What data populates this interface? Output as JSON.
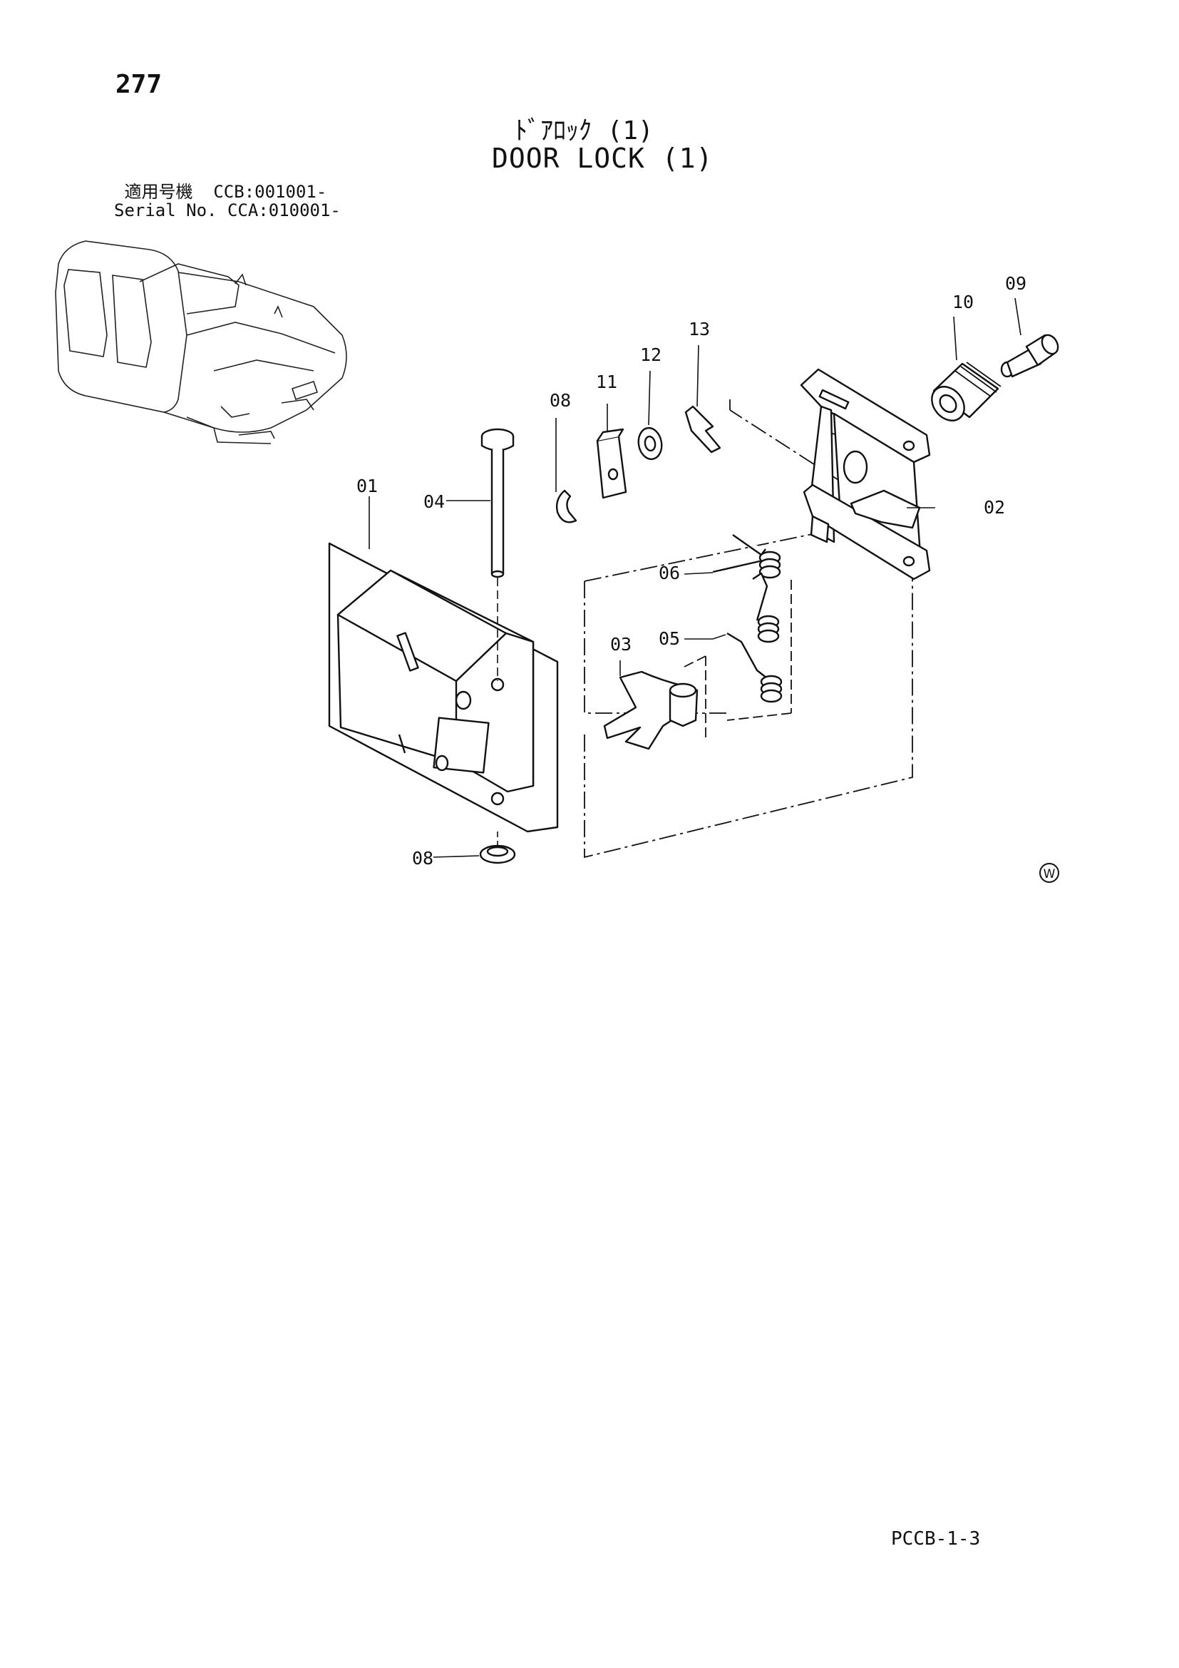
{
  "page_number": "277",
  "title_jp": "ﾄﾞｱﾛｯｸ (1)",
  "title_en": "DOOR LOCK (1)",
  "serial_lines": [
    " 適用号機  CCB:001001-",
    "Serial No. CCA:010001-"
  ],
  "callouts": [
    {
      "id": "01",
      "label": "01"
    },
    {
      "id": "02",
      "label": "02"
    },
    {
      "id": "03",
      "label": "03"
    },
    {
      "id": "04",
      "label": "04"
    },
    {
      "id": "05",
      "label": "05"
    },
    {
      "id": "06",
      "label": "06"
    },
    {
      "id": "08a",
      "label": "08"
    },
    {
      "id": "08b",
      "label": "08"
    },
    {
      "id": "09",
      "label": "09"
    },
    {
      "id": "10",
      "label": "10"
    },
    {
      "id": "11",
      "label": "11"
    },
    {
      "id": "12",
      "label": "12"
    },
    {
      "id": "13",
      "label": "13"
    }
  ],
  "region_mark": "W",
  "doc_code": "PCCB-1-3"
}
